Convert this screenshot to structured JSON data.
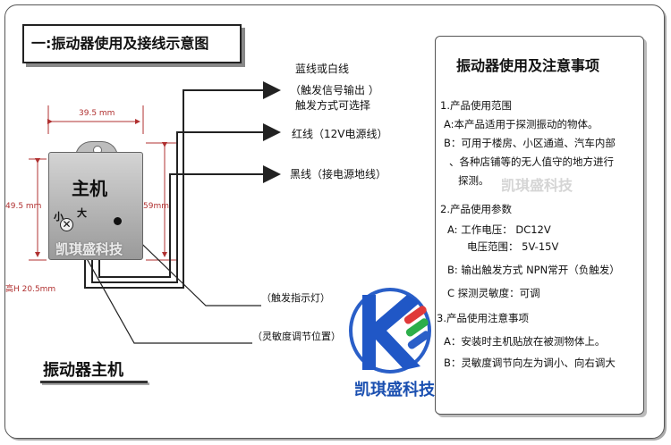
{
  "title": "一:振动器使用及接线示意图",
  "host": {
    "label": "主机",
    "small_label": "小",
    "large_label": "大",
    "watermark": "凯琪盛科技",
    "dim_width": "39.5 mm",
    "dim_height_left": "49.5 mm",
    "dim_height_right": "59mm",
    "dim_depth": "高H 20.5mm"
  },
  "wires": {
    "blue_white": "蓝线或白线",
    "trigger_output": "（触发信号输出 ）",
    "trigger_mode": "触发方式可选择",
    "red": "红线（12V电源线）",
    "black": "黑线（接电源地线）",
    "indicator": "（触发指示灯）",
    "sensitivity_pos": "（灵敏度调节位置）"
  },
  "bottom_title": "振动器主机",
  "logo": {
    "text": "凯琪盛科技",
    "letter": "K"
  },
  "panel": {
    "title": "振动器使用及注意事项",
    "s1_head": "1.产品使用范围",
    "s1_a": "A:本产品适用于探测振动的物体。",
    "s1_b1": "B：可用于楼房、小区通道、汽车内部",
    "s1_b2": "、各种店铺等的无人值守的地方进行",
    "s1_b3": "探测。",
    "s1_watermark": "凯琪盛科技",
    "s2_head": "2.产品使用参数",
    "s2_a1": "A:  工作电压：  DC12V",
    "s2_a2": "电压范围：  5V-15V",
    "s2_b": "B:  输出触发方式  NPN常开（负触发）",
    "s2_c": "C   探测灵敏度：可调",
    "s3_head": "3.产品使用注意事项",
    "s3_a": "A：安装时主机贴放在被测物体上。",
    "s3_b": "B：灵敏度调节向左为调小、向右调大"
  }
}
